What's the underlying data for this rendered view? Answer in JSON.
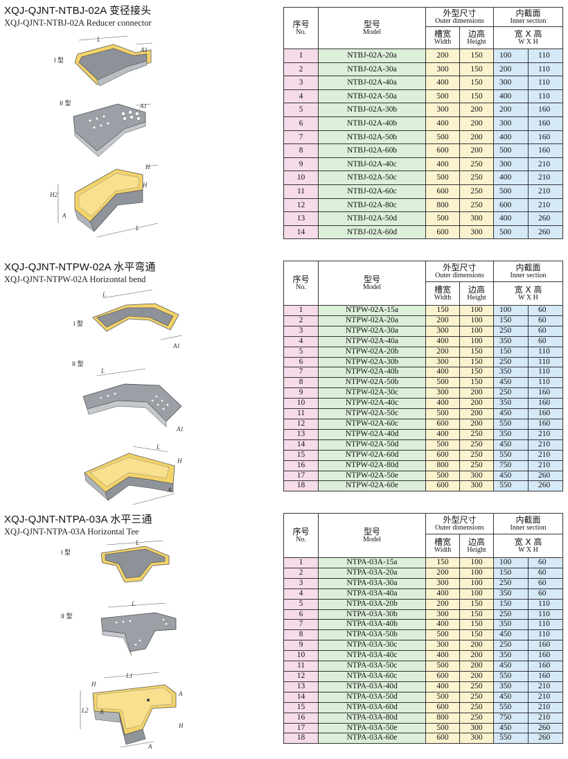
{
  "table_headers": {
    "no_cn": "序号",
    "no_en": "No.",
    "model_cn": "型号",
    "model_en": "Model",
    "outer_cn": "外型尺寸",
    "outer_en": "Outer dimensions",
    "inner_cn": "内截面",
    "inner_en": "Inner section",
    "width_cn": "槽宽",
    "width_en": "Width",
    "height_cn": "边高",
    "height_en": "Height",
    "wh_cn": "宽 X 高",
    "wh_en": "W X H"
  },
  "sections": [
    {
      "title_cn": "XQJ-QJNT-NTBJ-02A 变径接头",
      "title_en": "XQJ-QJNT-NTBJ-02A Reducer connector",
      "type_labels": [
        "I 型",
        "II 型"
      ],
      "dim_labels": [
        "L",
        "A1",
        "A1",
        "H",
        "H2",
        "A",
        "L"
      ],
      "rows": [
        [
          "1",
          "NTBJ-02A-20a",
          "200",
          "150",
          "100",
          "110"
        ],
        [
          "2",
          "NTBJ-02A-30a",
          "300",
          "150",
          "200",
          "110"
        ],
        [
          "3",
          "NTBJ-02A-40a",
          "400",
          "150",
          "300",
          "110"
        ],
        [
          "4",
          "NTBJ-02A-50a",
          "500",
          "150",
          "400",
          "110"
        ],
        [
          "5",
          "NTBJ-02A-30b",
          "300",
          "200",
          "200",
          "160"
        ],
        [
          "6",
          "NTBJ-02A-40b",
          "400",
          "200",
          "300",
          "160"
        ],
        [
          "7",
          "NTBJ-02A-50b",
          "500",
          "200",
          "400",
          "160"
        ],
        [
          "8",
          "NTBJ-02A-60b",
          "600",
          "200",
          "500",
          "160"
        ],
        [
          "9",
          "NTBJ-02A-40c",
          "400",
          "250",
          "300",
          "210"
        ],
        [
          "10",
          "NTBJ-02A-50c",
          "500",
          "250",
          "400",
          "210"
        ],
        [
          "11",
          "NTBJ-02A-60c",
          "600",
          "250",
          "500",
          "210"
        ],
        [
          "12",
          "NTBJ-02A-80c",
          "800",
          "250",
          "600",
          "210"
        ],
        [
          "13",
          "NTBJ-02A-50d",
          "500",
          "300",
          "400",
          "260"
        ],
        [
          "14",
          "NTBJ-02A-60d",
          "600",
          "300",
          "500",
          "260"
        ]
      ]
    },
    {
      "title_cn": "XQJ-QJNT-NTPW-02A 水平弯通",
      "title_en": "XQJ-QJNT-NTPW-02A Horizontal bend",
      "type_labels": [
        "I 型",
        "II 型"
      ],
      "dim_labels": [
        "L",
        "A1",
        "L",
        "A1",
        "L",
        "H",
        "A"
      ],
      "rows": [
        [
          "1",
          "NTPW-02A-15a",
          "150",
          "100",
          "100",
          "60"
        ],
        [
          "2",
          "NTPW-02A-20a",
          "200",
          "100",
          "150",
          "60"
        ],
        [
          "3",
          "NTPW-02A-30a",
          "300",
          "100",
          "250",
          "60"
        ],
        [
          "4",
          "NTPW-02A-40a",
          "400",
          "100",
          "350",
          "60"
        ],
        [
          "5",
          "NTPW-02A-20b",
          "200",
          "150",
          "150",
          "110"
        ],
        [
          "6",
          "NTPW-02A-30b",
          "300",
          "150",
          "250",
          "110"
        ],
        [
          "7",
          "NTPW-02A-40b",
          "400",
          "150",
          "350",
          "110"
        ],
        [
          "8",
          "NTPW-02A-50b",
          "500",
          "150",
          "450",
          "110"
        ],
        [
          "9",
          "NTPW-02A-30c",
          "300",
          "200",
          "250",
          "160"
        ],
        [
          "10",
          "NTPW-02A-40c",
          "400",
          "200",
          "350",
          "160"
        ],
        [
          "11",
          "NTPW-02A-50c",
          "500",
          "200",
          "450",
          "160"
        ],
        [
          "12",
          "NTPW-02A-60c",
          "600",
          "200",
          "550",
          "160"
        ],
        [
          "13",
          "NTPW-02A-40d",
          "400",
          "250",
          "350",
          "210"
        ],
        [
          "14",
          "NTPW-02A-50d",
          "500",
          "250",
          "450",
          "210"
        ],
        [
          "15",
          "NTPW-02A-60d",
          "600",
          "250",
          "550",
          "210"
        ],
        [
          "16",
          "NTPW-02A-80d",
          "800",
          "250",
          "750",
          "210"
        ],
        [
          "17",
          "NTPW-02A-50e",
          "500",
          "300",
          "450",
          "260"
        ],
        [
          "18",
          "NTPW-02A-60e",
          "600",
          "300",
          "550",
          "260"
        ]
      ]
    },
    {
      "title_cn": "XQJ-QJNT-NTPA-03A 水平三通",
      "title_en": "XQJ-QJNT-NTPA-03A Horizontal Tee",
      "type_labels": [
        "I 型",
        "II 型"
      ],
      "dim_labels": [
        "L",
        "L",
        "L1",
        "H",
        "L2",
        "A",
        "A",
        "H",
        "A"
      ],
      "rows": [
        [
          "1",
          "NTPA-03A-15a",
          "150",
          "100",
          "100",
          "60"
        ],
        [
          "2",
          "NTPA-03A-20a",
          "200",
          "100",
          "150",
          "60"
        ],
        [
          "3",
          "NTPA-03A-30a",
          "300",
          "100",
          "250",
          "60"
        ],
        [
          "4",
          "NTPA-03A-40a",
          "400",
          "100",
          "350",
          "60"
        ],
        [
          "5",
          "NTPA-03A-20b",
          "200",
          "150",
          "150",
          "110"
        ],
        [
          "6",
          "NTPA-03A-30b",
          "300",
          "150",
          "250",
          "110"
        ],
        [
          "7",
          "NTPA-03A-40b",
          "400",
          "150",
          "350",
          "110"
        ],
        [
          "8",
          "NTPA-03A-50b",
          "500",
          "150",
          "450",
          "110"
        ],
        [
          "9",
          "NTPA-03A-30c",
          "300",
          "200",
          "250",
          "160"
        ],
        [
          "10",
          "NTPA-03A-40c",
          "400",
          "200",
          "350",
          "160"
        ],
        [
          "11",
          "NTPA-03A-50c",
          "500",
          "200",
          "450",
          "160"
        ],
        [
          "12",
          "NTPA-03A-60c",
          "600",
          "200",
          "550",
          "160"
        ],
        [
          "13",
          "NTPA-03A-40d",
          "400",
          "250",
          "350",
          "210"
        ],
        [
          "14",
          "NTPA-03A-50d",
          "500",
          "250",
          "450",
          "210"
        ],
        [
          "15",
          "NTPA-03A-60d",
          "600",
          "250",
          "550",
          "210"
        ],
        [
          "16",
          "NTPA-03A-80d",
          "800",
          "250",
          "750",
          "210"
        ],
        [
          "17",
          "NTPA-03A-50e",
          "500",
          "300",
          "450",
          "260"
        ],
        [
          "18",
          "NTPA-03A-60e",
          "600",
          "300",
          "550",
          "260"
        ]
      ]
    }
  ],
  "colors": {
    "no_col": "#f6dcea",
    "model_col": "#dcefd9",
    "outer_col": "#fbf3cf",
    "inner_col": "#d6e9f7",
    "tray_fill": "#f3d36a",
    "metal": "#9aa0a6"
  },
  "icons": [
    "reducer-connector-type1-figure",
    "reducer-connector-type2-figure",
    "reducer-connector-type3-figure",
    "horizontal-bend-type1-figure",
    "horizontal-bend-type2-figure",
    "horizontal-bend-type3-figure",
    "horizontal-tee-type1-figure",
    "horizontal-tee-type2-figure",
    "horizontal-tee-type3-figure"
  ]
}
